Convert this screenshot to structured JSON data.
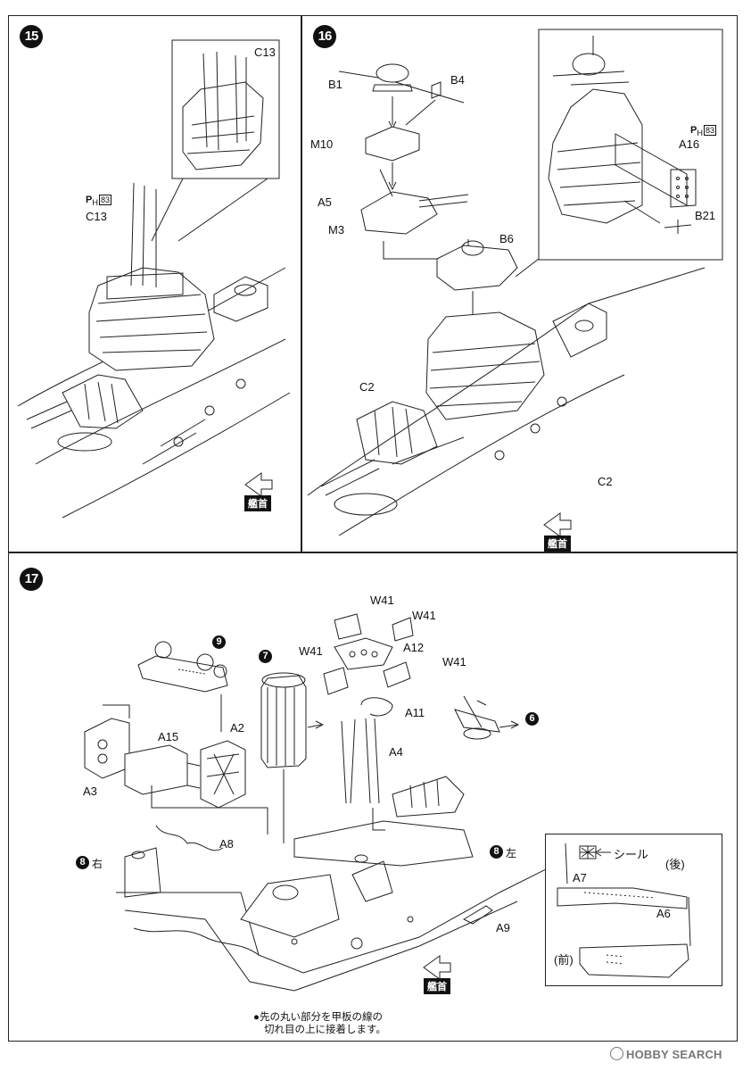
{
  "step15": {
    "number": "15",
    "parts": {
      "c13_top": "C13",
      "c13_main": "C13"
    },
    "page_ref": {
      "prefix": "P",
      "sub": "H",
      "page": "83"
    },
    "bow_label": "艦首"
  },
  "step16": {
    "number": "16",
    "parts": {
      "b1": "B1",
      "b4": "B4",
      "m10": "M10",
      "a5": "A5",
      "m3": "M3",
      "b6": "B6",
      "c2_left": "C2",
      "c2_right": "C2",
      "a16": "A16",
      "b21": "B21"
    },
    "page_ref": {
      "prefix": "P",
      "sub": "H",
      "page": "83"
    },
    "bow_label": "艦首"
  },
  "step17": {
    "number": "17",
    "parts": {
      "w41_a": "W41",
      "w41_b": "W41",
      "w41_c": "W41",
      "w41_d": "W41",
      "a12": "A12",
      "a11": "A11",
      "a4": "A4",
      "a15": "A15",
      "a2": "A2",
      "a3": "A3",
      "a8": "A8",
      "a9": "A9"
    },
    "subassemblies": {
      "s6": "6",
      "s7": "7",
      "s8_right": "8",
      "s8_left": "8",
      "s9": "9"
    },
    "side_right": "右",
    "side_left": "左",
    "bow_label": "艦首",
    "inset": {
      "a7": "A7",
      "a6": "A6",
      "seal": "シール",
      "rear": "(後)",
      "front": "(前)"
    },
    "note_line1": "●先の丸い部分を甲板の線の",
    "note_line2": "切れ目の上に接着します。"
  },
  "watermark": "HOBBY SEARCH"
}
